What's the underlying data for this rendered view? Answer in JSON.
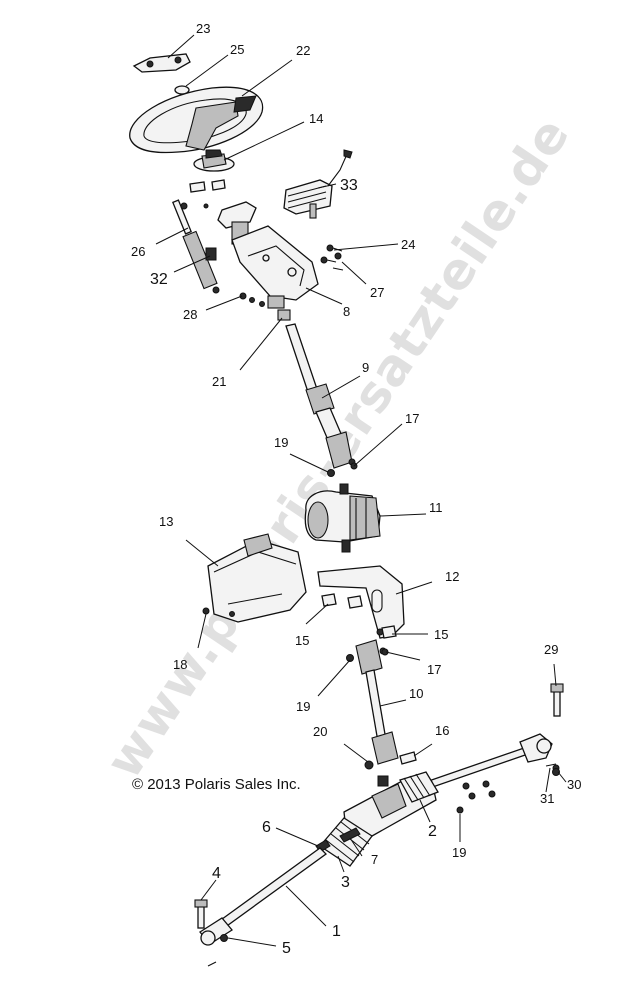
{
  "watermark": "www.polaris-ersatzteile.de",
  "copyright": "© 2013 Polaris Sales Inc.",
  "callouts": [
    {
      "id": "23",
      "text": "23"
    },
    {
      "id": "25",
      "text": "25"
    },
    {
      "id": "22",
      "text": "22"
    },
    {
      "id": "14",
      "text": "14"
    },
    {
      "id": "33",
      "text": "33"
    },
    {
      "id": "26",
      "text": "26"
    },
    {
      "id": "32",
      "text": "32"
    },
    {
      "id": "24",
      "text": "24"
    },
    {
      "id": "27",
      "text": "27"
    },
    {
      "id": "28",
      "text": "28"
    },
    {
      "id": "8",
      "text": "8"
    },
    {
      "id": "21",
      "text": "21"
    },
    {
      "id": "9",
      "text": "9"
    },
    {
      "id": "19a",
      "text": "19"
    },
    {
      "id": "17a",
      "text": "17"
    },
    {
      "id": "11",
      "text": "11"
    },
    {
      "id": "13",
      "text": "13"
    },
    {
      "id": "12",
      "text": "12"
    },
    {
      "id": "18",
      "text": "18"
    },
    {
      "id": "15a",
      "text": "15"
    },
    {
      "id": "15b",
      "text": "15"
    },
    {
      "id": "17b",
      "text": "17"
    },
    {
      "id": "29",
      "text": "29"
    },
    {
      "id": "19b",
      "text": "19"
    },
    {
      "id": "10",
      "text": "10"
    },
    {
      "id": "20",
      "text": "20"
    },
    {
      "id": "16",
      "text": "16"
    },
    {
      "id": "30",
      "text": "30"
    },
    {
      "id": "31",
      "text": "31"
    },
    {
      "id": "6",
      "text": "6"
    },
    {
      "id": "2",
      "text": "2"
    },
    {
      "id": "19c",
      "text": "19"
    },
    {
      "id": "7",
      "text": "7"
    },
    {
      "id": "3",
      "text": "3"
    },
    {
      "id": "4",
      "text": "4"
    },
    {
      "id": "1",
      "text": "1"
    },
    {
      "id": "5",
      "text": "5"
    }
  ]
}
